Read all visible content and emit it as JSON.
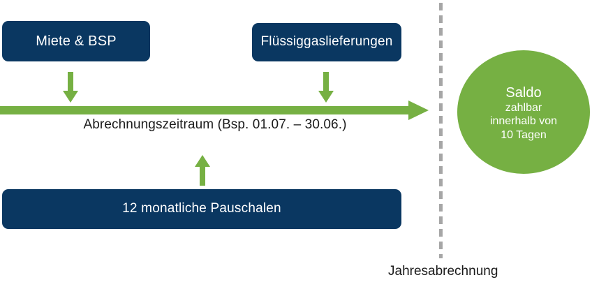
{
  "diagram": {
    "title_label": "Jahresabrechnung",
    "period_caption": "Abrechnungszeitraum (Bsp. 01.07. – 30.06.)",
    "boxes": [
      {
        "id": "miete",
        "label": "Miete & BSP"
      },
      {
        "id": "fluessiggas",
        "label": "Flüssiggaslieferungen"
      },
      {
        "id": "pauschalen",
        "label": "12 monatliche Pauschalen"
      }
    ],
    "circle": {
      "title": "Saldo",
      "line2": "zahlbar",
      "line3": "innerhalb von",
      "line4": "10 Tagen"
    },
    "colors": {
      "box_blue": "#0a3761",
      "accent_green": "#76b043",
      "divider_gray": "#a6a6a6",
      "text_dark": "#1a1a1a",
      "text_light": "#ffffff"
    }
  }
}
